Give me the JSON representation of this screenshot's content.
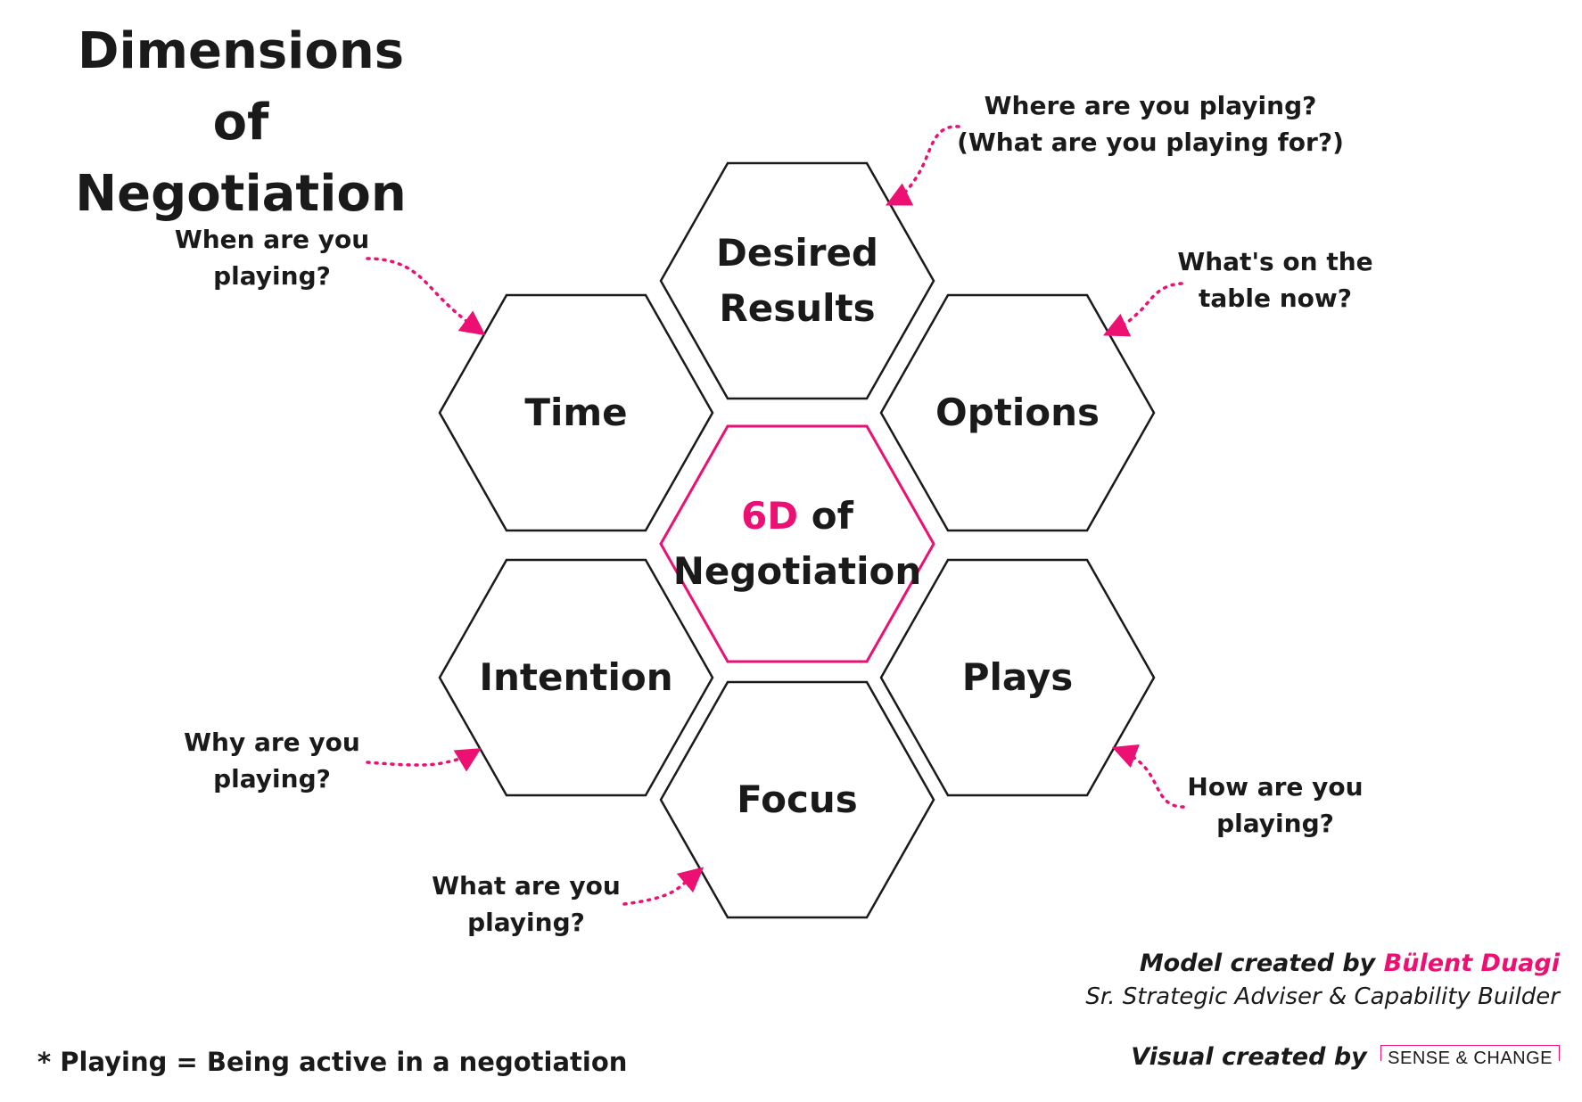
{
  "title": "Dimensions of Negotiation",
  "center": {
    "highlight": "6D",
    "rest": " of",
    "line2": "Negotiation"
  },
  "hexagons": {
    "desired_results": "Desired Results",
    "time": "Time",
    "options": "Options",
    "intention": "Intention",
    "plays": "Plays",
    "focus": "Focus"
  },
  "questions": {
    "desired_results": {
      "line1": "Where are you playing?",
      "line2": "(What are you playing for?)"
    },
    "time": {
      "line1": "When are you",
      "line2": "playing?"
    },
    "options": {
      "line1": "What's on the",
      "line2": "table now?"
    },
    "intention": {
      "line1": "Why are you",
      "line2": "playing?"
    },
    "plays": {
      "line1": "How are you",
      "line2": "playing?"
    },
    "focus": {
      "line1": "What are you",
      "line2": "playing?"
    }
  },
  "credits": {
    "model_prefix": "Model created by",
    "model_author": "Bülent Duagi",
    "author_role": "Sr. Strategic Adviser & Capability Builder",
    "visual_prefix": "Visual created by",
    "visual_logo": "SENSE & CHANGE"
  },
  "footnote": "* Playing = Being active in a negotiation",
  "colors": {
    "accent": "#ec1073",
    "outline": "#1a1a1a",
    "text": "#1a1a1a"
  }
}
